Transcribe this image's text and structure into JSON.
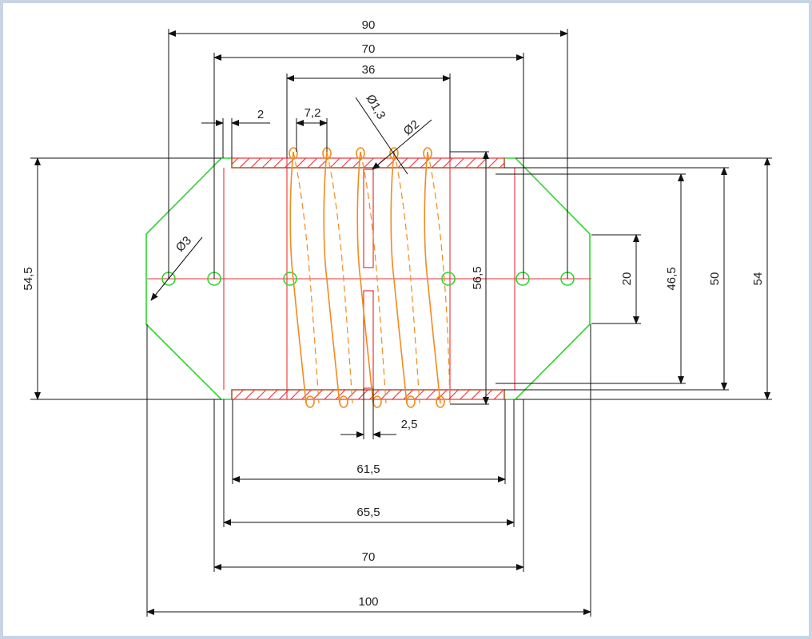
{
  "colors": {
    "housing": "#2ed62e",
    "tube": "#e8323a",
    "spring": "#f08c1e",
    "dimension": "#111111",
    "frame": "#c6d4e6"
  },
  "dimensions": {
    "top_90": "90",
    "top_70": "70",
    "top_36": "36",
    "wall_2": "2",
    "pitch_7_2": "7,2",
    "dia_1_3": "Ø1,3",
    "dia_2": "Ø2",
    "hole_3": "Ø3",
    "left_54_5": "54,5",
    "mid_56_5": "56,5",
    "right_20": "20",
    "right_46_5": "46,5",
    "right_50": "50",
    "right_54": "54",
    "gap_2_5": "2,5",
    "bottom_61_5": "61,5",
    "bottom_65_5": "65,5",
    "bottom_70": "70",
    "bottom_100": "100"
  }
}
